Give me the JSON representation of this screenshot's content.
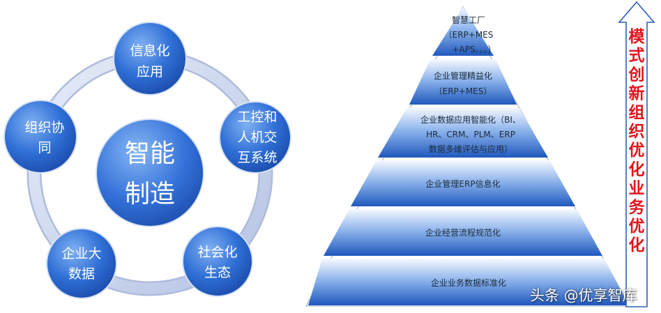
{
  "cycle": {
    "center": [
      "智能",
      "制造"
    ],
    "nodes": [
      {
        "id": "info",
        "lines": [
          "信息化",
          "应用"
        ]
      },
      {
        "id": "hmi",
        "lines": [
          "工控和",
          "人机交",
          "互系统"
        ]
      },
      {
        "id": "social",
        "lines": [
          "社会化",
          "生态"
        ]
      },
      {
        "id": "bigdata",
        "lines": [
          "企业大",
          "数据"
        ]
      },
      {
        "id": "collab",
        "lines": [
          "组织协",
          "同"
        ]
      }
    ]
  },
  "pyramid": {
    "layers": [
      {
        "id": "smart-factory",
        "lines": [
          "智慧工厂",
          "（ERP+MES",
          "+APS。。。）"
        ]
      },
      {
        "id": "lean",
        "lines": [
          "企业管理精益化",
          "（ERP+MES）"
        ]
      },
      {
        "id": "data-intelligence",
        "lines": [
          "企业数据应用智能化（BI、",
          "HR、CRM、PLM、ERP",
          "数据多维评估与应用）"
        ]
      },
      {
        "id": "erp",
        "lines": [
          "企业管理ERP信息化"
        ]
      },
      {
        "id": "process",
        "lines": [
          "企业经营流程规范化"
        ]
      },
      {
        "id": "standard",
        "lines": [
          "企业业务数据标准化"
        ]
      }
    ]
  },
  "side_label": "模式创新组织优化业务优化",
  "watermark": "头条 @优享智库",
  "colors": {
    "node": "#2a64c8",
    "ring": "#c7d2ec",
    "layer": "#1d5bbf",
    "side_text": "#e1141b"
  }
}
